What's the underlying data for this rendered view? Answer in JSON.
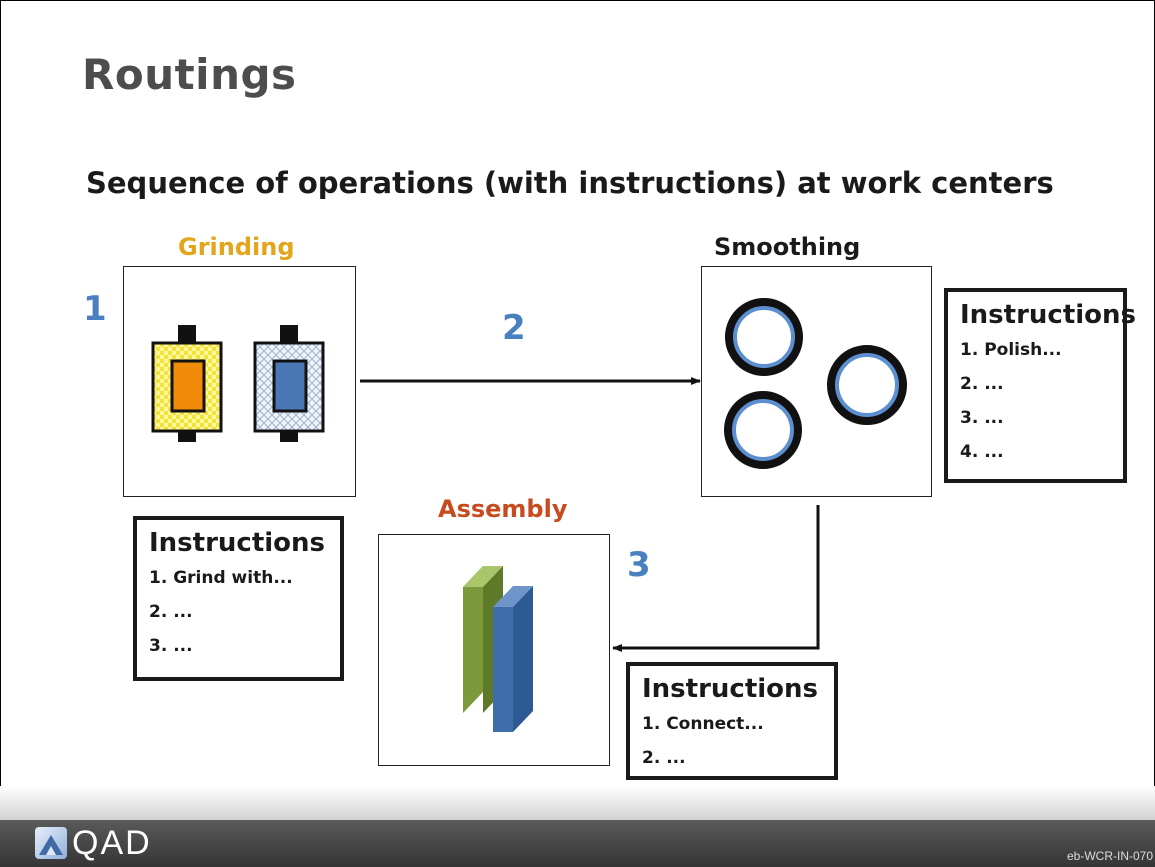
{
  "title": "Routings",
  "subtitle": "Sequence of operations (with instructions) at work centers",
  "colors": {
    "title": "#4d4d4d",
    "step_number": "#4a80c0",
    "grinding_label": "#e3a51c",
    "assembly_label": "#c84a1e",
    "footer": "#3f3f3f"
  },
  "work_centers": {
    "grinding": {
      "label": "Grinding",
      "step": "1",
      "icon": "grinding-machine-icon"
    },
    "smoothing": {
      "label": "Smoothing",
      "step": "2",
      "icon": "smoothing-rings-icon"
    },
    "assembly": {
      "label": "Assembly",
      "step": "3",
      "icon": "assembly-blocks-icon"
    }
  },
  "instructions": {
    "grinding": {
      "title": "Instructions",
      "lines": [
        "1. Grind with...",
        "2. ...",
        "3. ..."
      ]
    },
    "smoothing": {
      "title": "Instructions",
      "lines": [
        "1. Polish...",
        "2. ...",
        "3. ...",
        "4. ..."
      ]
    },
    "assembly": {
      "title": "Instructions",
      "lines": [
        "1. Connect...",
        "2. ..."
      ]
    }
  },
  "footer": {
    "logo_text": "QAD",
    "logo_icon": "qad-logo-icon",
    "slide_code": "eb-WCR-IN-070"
  }
}
